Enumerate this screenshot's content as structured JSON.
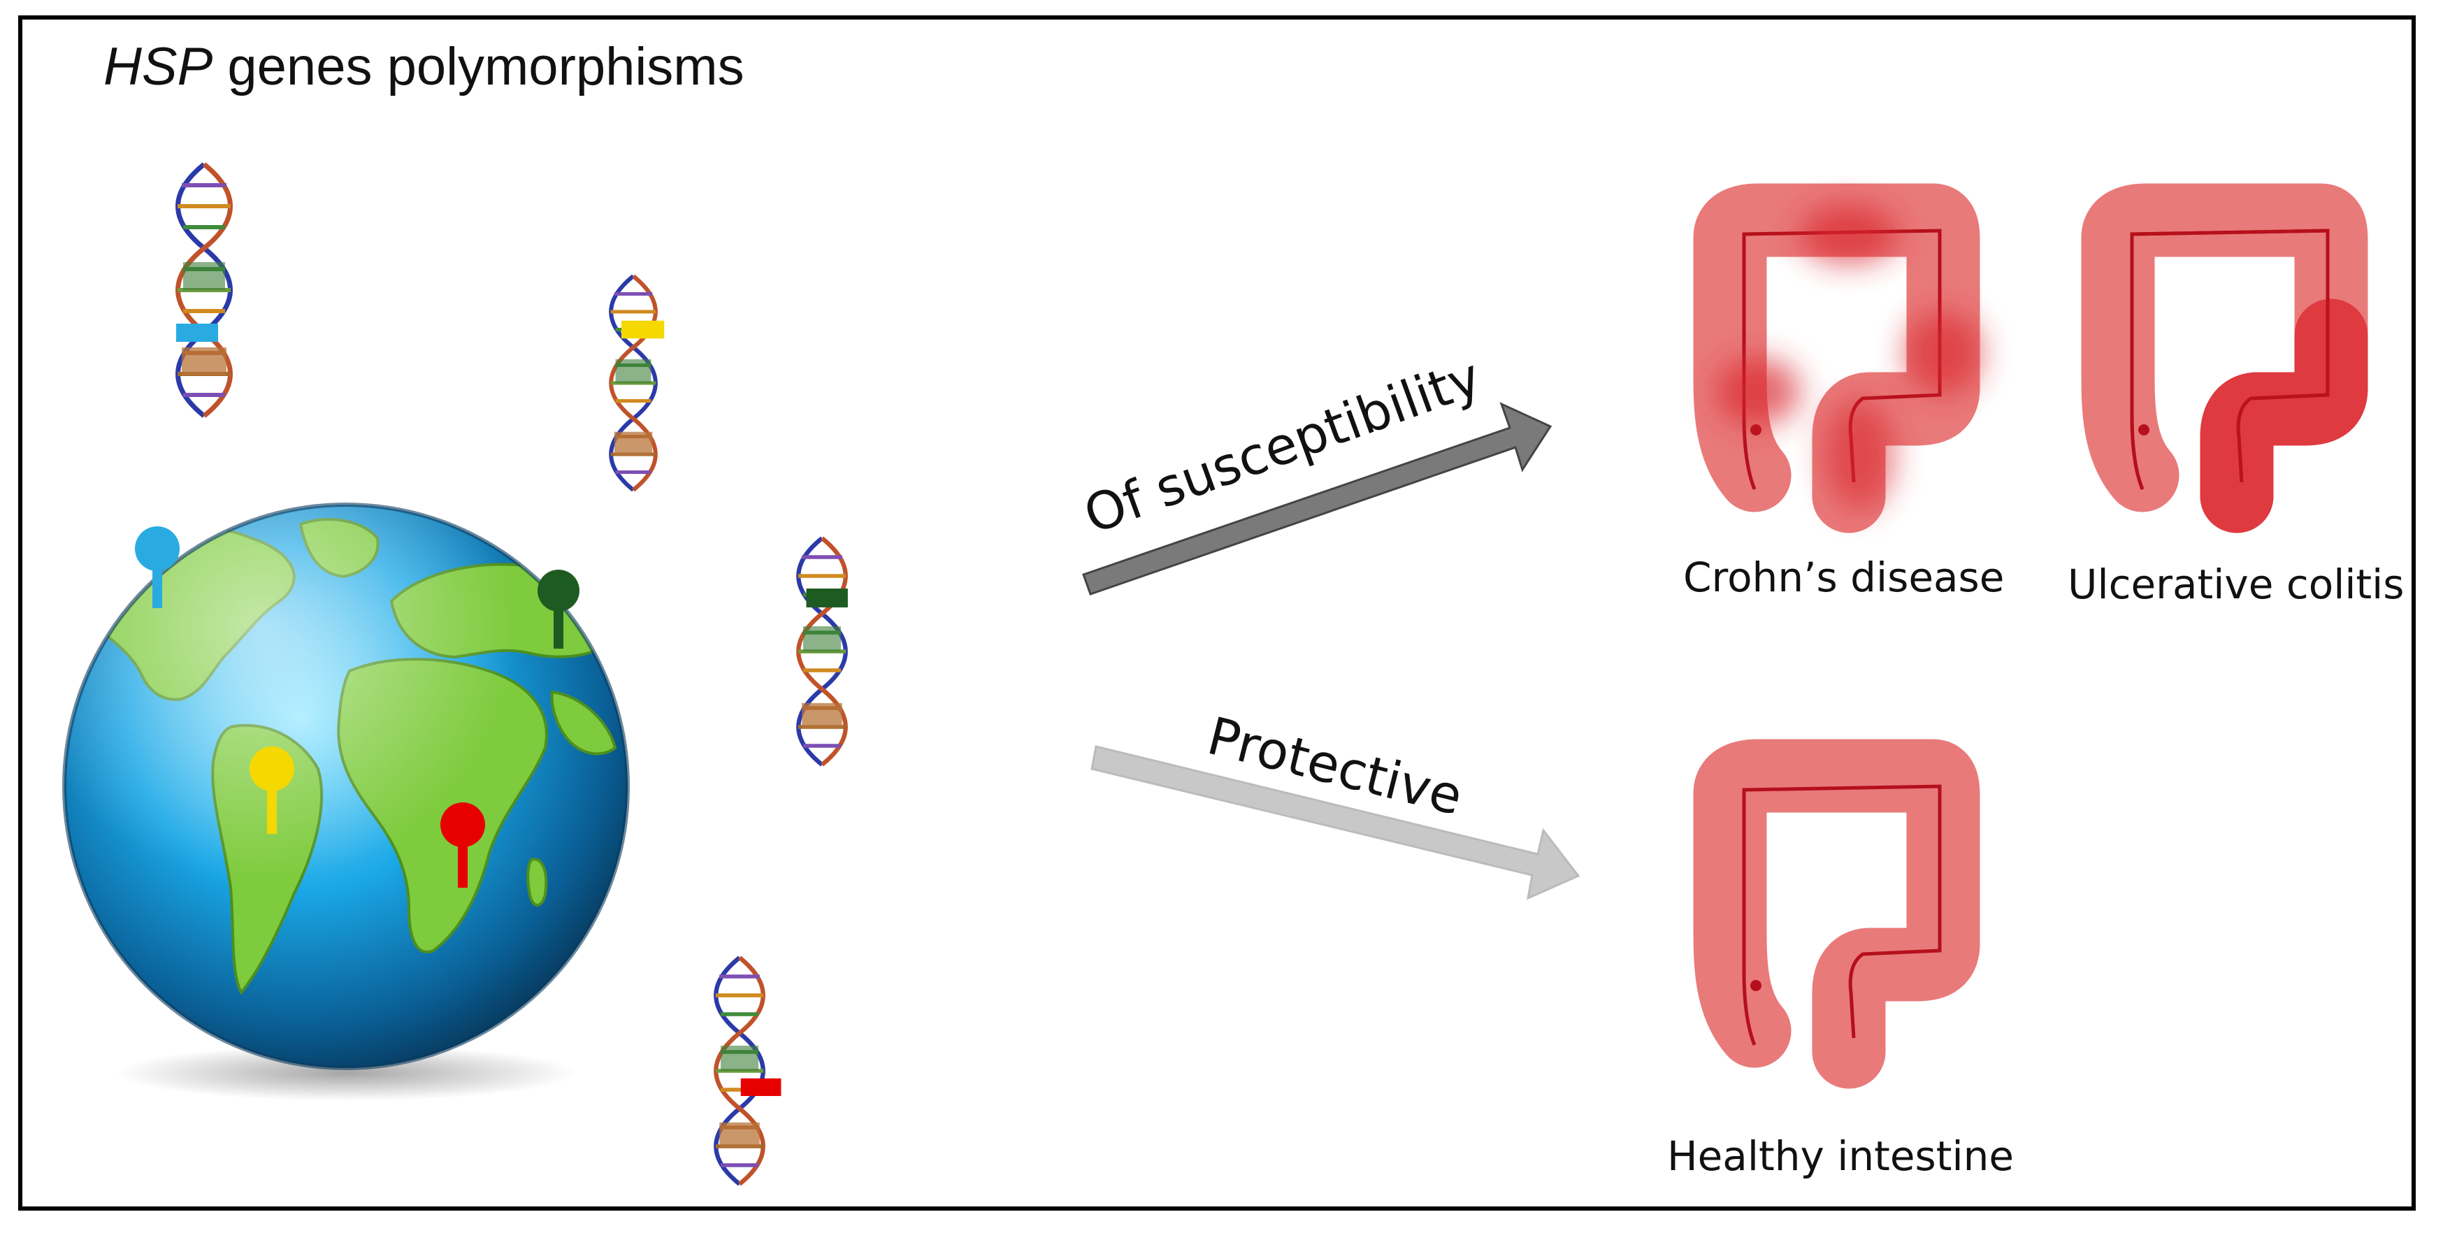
{
  "title": {
    "italic": "HSP",
    "rest": " genes polymorphisms"
  },
  "arrows": {
    "susceptibility": "Of susceptibility",
    "protective": "Protective"
  },
  "outcomes": {
    "crohns": "Crohn’s disease",
    "ulcerative": "Ulcerative colitis",
    "healthy": "Healthy intestine"
  },
  "colors": {
    "variant_blue": "#29abe2",
    "variant_yellow": "#f5d800",
    "variant_darkgreen": "#1e5b22",
    "variant_red": "#e60000",
    "colon_fill": "#e97a7a",
    "colon_line": "#b5101c",
    "inflammation": "#d9262d",
    "arrow_dark": "#7a7a7a",
    "arrow_light": "#c8c8c8"
  }
}
